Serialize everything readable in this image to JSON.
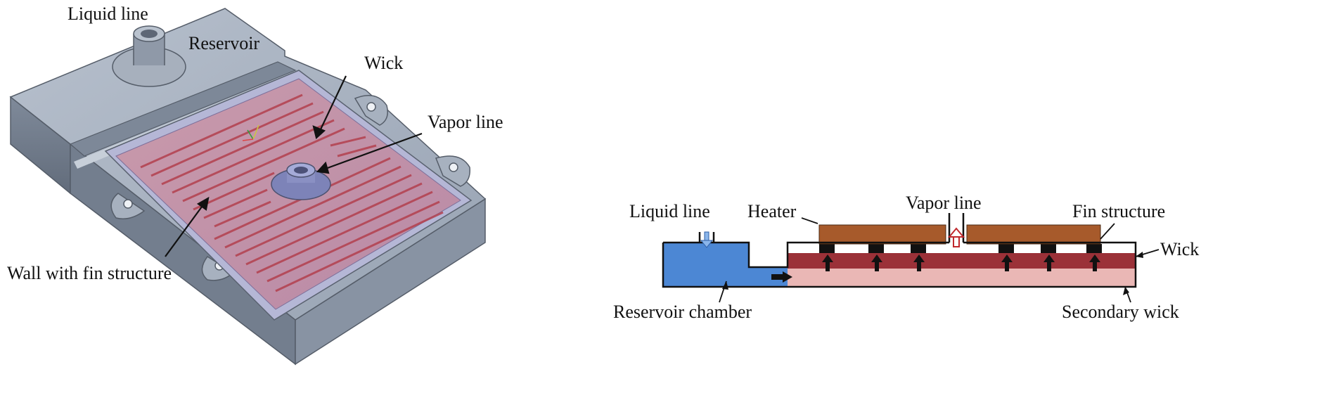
{
  "left_figure": {
    "labels": {
      "liquid_line": "Liquid line",
      "reservoir": "Reservoir",
      "wick": "Wick",
      "vapor_line": "Vapor line",
      "wall_with_fin": "Wall with fin structure"
    }
  },
  "right_figure": {
    "labels": {
      "liquid_line": "Liquid line",
      "heater": "Heater",
      "vapor_line": "Vapor line",
      "fin_structure": "Fin structure",
      "wick": "Wick",
      "reservoir_chamber": "Reservoir chamber",
      "secondary_wick": "Secondary wick"
    }
  },
  "colors": {
    "body_gray": "#9aa5b4",
    "wick_pink": "#d9a0a8",
    "fin_red": "#b8404a",
    "heater_brown": "#a75a2b",
    "wick_dark_red": "#9b3138",
    "secondary_wick_pink": "#eab7b5",
    "reservoir_blue": "#4c87d4"
  }
}
